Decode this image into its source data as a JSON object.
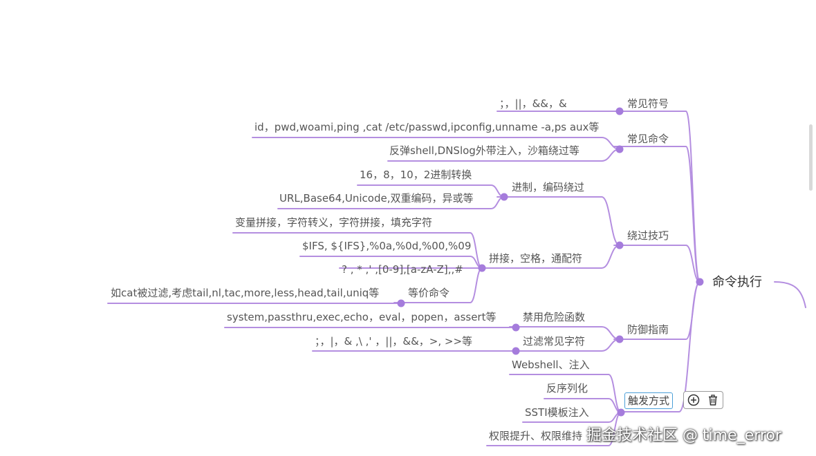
{
  "colors": {
    "branch": "#b48ee0",
    "node": "#a57cdc",
    "selection": "#4a9fd8"
  },
  "mindmap": {
    "root": "命令执行",
    "selected_node": "触发方式",
    "leaves": {
      "sym": "；，||，&&，&",
      "cmd1": "id，pwd,woami,ping ,cat /etc/passwd,ipconfig,unname -a,ps aux等",
      "cmd2": "反弹shell,DNSlog外带注入，沙箱绕过等",
      "enc1": "16，8，10，2进制转换",
      "enc2": "URL,Base64,Unicode,双重编码，异或等",
      "concat1": "变量拼接，字符转义，字符拼接，填充字符",
      "concat2": "$IFS, ${IFS},%0a,%0d,%00,%09",
      "concat3": "? , * ,' ,[0-9],[a-zA-Z],,#",
      "equiv": "如cat被过滤,考虑tail,nl,tac,more,less,head,tail,uniq等",
      "dfunc": "system,passthru,exec,echo，eval，popen，assert等",
      "dchar": "；，|，& ,\\ ,' ，||，&&，>, >>等",
      "t1": "Webshell、注入",
      "t2": "反序列化",
      "t3": "SSTI模板注入",
      "t4": "权限提升、权限维持"
    },
    "branches": {
      "symbols": "常见符号",
      "commands": "常见命令",
      "bypass": "绕过技巧",
      "encoding": "进制，编码绕过",
      "concat": "拼接，空格，通配符",
      "equivalent": "等价命令",
      "defense": "防御指南",
      "danger_func": "禁用危险函数",
      "filter_chars": "过滤常见字符",
      "trigger": "触发方式"
    }
  },
  "toolbar": {
    "add_icon": "plus-circle-icon",
    "delete_icon": "trash-icon"
  },
  "watermark": "掘金技术社区 @ time_error"
}
